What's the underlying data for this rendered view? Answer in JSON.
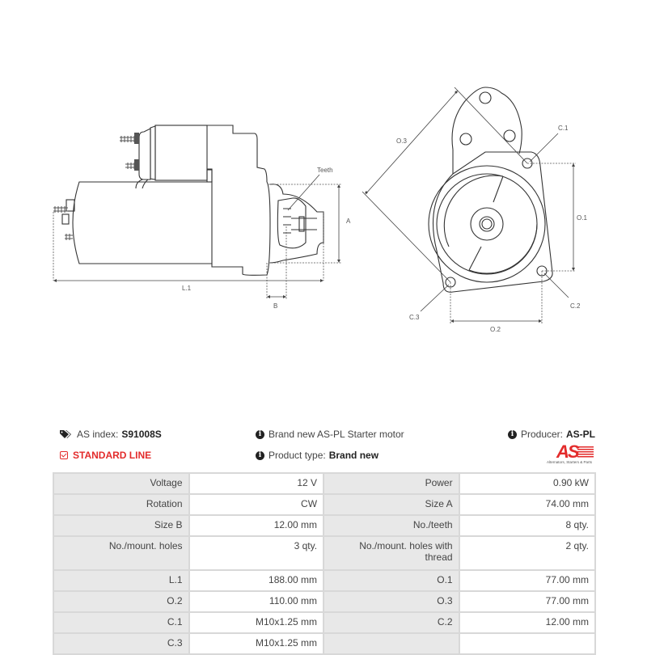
{
  "drawing": {
    "side_view": {
      "labels": {
        "teeth": "Teeth",
        "a": "A",
        "b": "B",
        "l1": "L.1"
      }
    },
    "front_view": {
      "labels": {
        "o1": "O.1",
        "o2": "O.2",
        "o3": "O.3",
        "c1": "C.1",
        "c2": "C.2",
        "c3": "C.3"
      }
    }
  },
  "info": {
    "as_index_label": "AS index:",
    "as_index_value": "S91008S",
    "line_label": "STANDARD LINE",
    "description": "Brand new AS-PL Starter motor",
    "product_type_label": "Product type:",
    "product_type_value": "Brand new",
    "producer_label": "Producer:",
    "producer_value": "AS-PL",
    "icons": {
      "tag": "tags-icon",
      "check": "checkbox-icon",
      "info": "info-circle-icon"
    },
    "accent_color": "#e32b2b"
  },
  "logo": {
    "text": "AS",
    "tagline": "Alternators, Starters & Parts"
  },
  "specs": {
    "rows": [
      {
        "k1": "Voltage",
        "v1": "12 V",
        "k2": "Power",
        "v2": "0.90 kW"
      },
      {
        "k1": "Rotation",
        "v1": "CW",
        "k2": "Size A",
        "v2": "74.00 mm"
      },
      {
        "k1": "Size B",
        "v1": "12.00 mm",
        "k2": "No./teeth",
        "v2": "8 qty."
      },
      {
        "k1": "No./mount. holes",
        "v1": "3 qty.",
        "k2": "No./mount. holes with thread",
        "v2": "2 qty."
      },
      {
        "k1": "L.1",
        "v1": "188.00 mm",
        "k2": "O.1",
        "v2": "77.00 mm"
      },
      {
        "k1": "O.2",
        "v1": "110.00 mm",
        "k2": "O.3",
        "v2": "77.00 mm"
      },
      {
        "k1": "C.1",
        "v1": "M10x1.25 mm",
        "k2": "C.2",
        "v2": "12.00 mm"
      },
      {
        "k1": "C.3",
        "v1": "M10x1.25 mm",
        "k2": "",
        "v2": ""
      }
    ]
  }
}
